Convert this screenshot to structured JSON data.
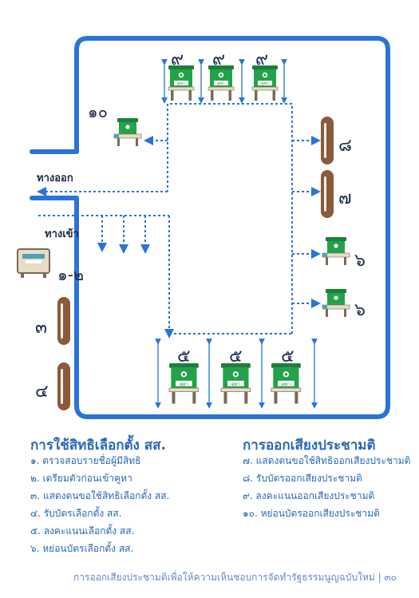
{
  "diagram": {
    "exit_label": "ทางออก",
    "entry_label": "ทางเข้า",
    "station_numbers": {
      "n1_2": "๑-๒",
      "n3": "๓",
      "n4": "๔",
      "n5a": "๕",
      "n5b": "๕",
      "n5c": "๕",
      "n6a": "๖",
      "n6b": "๖",
      "n7": "๗",
      "n8": "๘",
      "n9a": "๙",
      "n9b": "๙",
      "n9c": "๙",
      "n10": "๑๐"
    },
    "booth_label": "คูหา"
  },
  "mp_section": {
    "title": "การใช้สิทธิเลือกตั้ง สส.",
    "steps": [
      "๑. ตรวจสอบรายชื่อผู้มีสิทธิ",
      "๒. เตรียมตัวก่อนเข้าคูหา",
      "๓. แสดงตนขอใช้สิทธิเลือกตั้ง สส.",
      "๔. รับบัตรเลือกตั้ง สส.",
      "๕. ลงคะแนนเลือกตั้ง สส.",
      "๖. หย่อนบัตรเลือกตั้ง สส."
    ]
  },
  "referendum_section": {
    "title": "การออกเสียงประชามติ",
    "steps": [
      "๗. แสดงตนขอใช้สิทธิออกเสียงประชามติ",
      "๘. รับบัตรออกเสียงประชามติ",
      "๙. ลงคะแนนออกเสียงประชามติ",
      "๑๐. หย่อนบัตรออกเสียงประชามติ"
    ]
  },
  "footer": "การออกเสียงประชามติเพื่อให้ความเห็นชอบการจัดทำรัฐธรรมนูญฉบับใหม่ | ๓๐",
  "colors": {
    "wall": "#2a73d9",
    "path": "#2a73d9",
    "booth_green": "#23a24a",
    "table_wood": "#d9c3a3",
    "post_brown": "#8a5a3a"
  }
}
